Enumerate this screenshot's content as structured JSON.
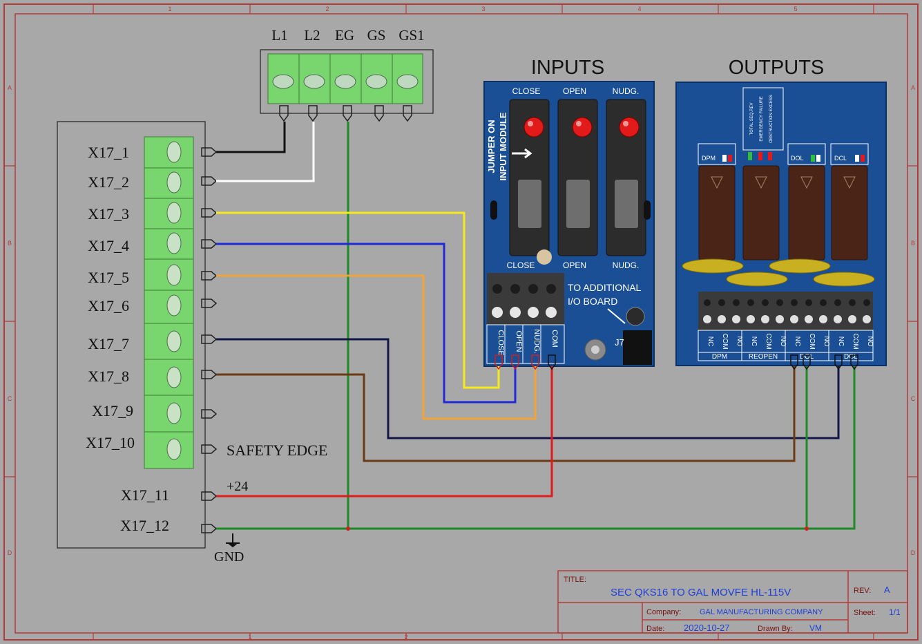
{
  "border": {
    "col_labels": [
      "1",
      "2",
      "3",
      "4",
      "5"
    ],
    "row_labels": [
      "A",
      "B",
      "C",
      "D"
    ]
  },
  "power_terminal": {
    "labels": [
      "L1",
      "L2",
      "EG",
      "GS",
      "GS1"
    ]
  },
  "x17_terminals": {
    "labels": [
      "X17_1",
      "X17_2",
      "X17_3",
      "X17_4",
      "X17_5",
      "X17_6",
      "X17_7",
      "X17_8",
      "X17_9",
      "X17_10",
      "X17_11",
      "X17_12"
    ]
  },
  "annotations": {
    "safety_edge": "SAFETY EDGE",
    "plus24": "+24",
    "gnd": "GND"
  },
  "inputs_module": {
    "title": "INPUTS",
    "top_labels": [
      "CLOSE",
      "OPEN",
      "NUDG."
    ],
    "bottom_labels": [
      "CLOSE",
      "OPEN",
      "NUDG."
    ],
    "side_text_1": "JUMPER ON",
    "side_text_2": "INPUT MODULE",
    "note_1": "TO ADDITIONAL",
    "note_2": "I/O BOARD",
    "connector": "J7",
    "terminal_labels": [
      "CLOSE",
      "OPEN",
      "NUDG.",
      "COM"
    ]
  },
  "outputs_module": {
    "title": "OUTPUTS",
    "relay_tags": [
      "DPM",
      "",
      "DOL",
      "DCL"
    ],
    "status_text": [
      "TOTAL SEQ.REV",
      "EMERGENCY FAILURE",
      "OBSTRUCTION EXCESS"
    ],
    "terminal_labels": [
      "NC",
      "COM",
      "NO",
      "NC",
      "COM",
      "NO",
      "NC",
      "COM",
      "NO",
      "NC",
      "COM",
      "NO"
    ],
    "group_labels": [
      "DPM",
      "REOPEN",
      "DOL",
      "DCL"
    ]
  },
  "title_block": {
    "title_label": "TITLE:",
    "title": "SEC QKS16 TO GAL MOVFE HL-115V",
    "rev_label": "REV:",
    "rev": "A",
    "company_label": "Company:",
    "company": "GAL MANUFACTURING COMPANY",
    "sheet_label": "Sheet:",
    "sheet": "1/1",
    "date_label": "Date:",
    "date": "2020-10-27",
    "drawn_label": "Drawn By:",
    "drawn": "VM"
  },
  "colors": {
    "background": "#a8a8a8",
    "border": "#b23a3a",
    "terminal_green": "#79d66e",
    "wire_black": "#111111",
    "wire_white": "#ffffff",
    "wire_yellow": "#f5ea1c",
    "wire_blue": "#1f2ad6",
    "wire_orange": "#f2a436",
    "wire_navy": "#151548",
    "wire_brown": "#6b3a16",
    "wire_red": "#e11b1b",
    "wire_green": "#1e8a26",
    "module_blue": "#1a4f96"
  }
}
